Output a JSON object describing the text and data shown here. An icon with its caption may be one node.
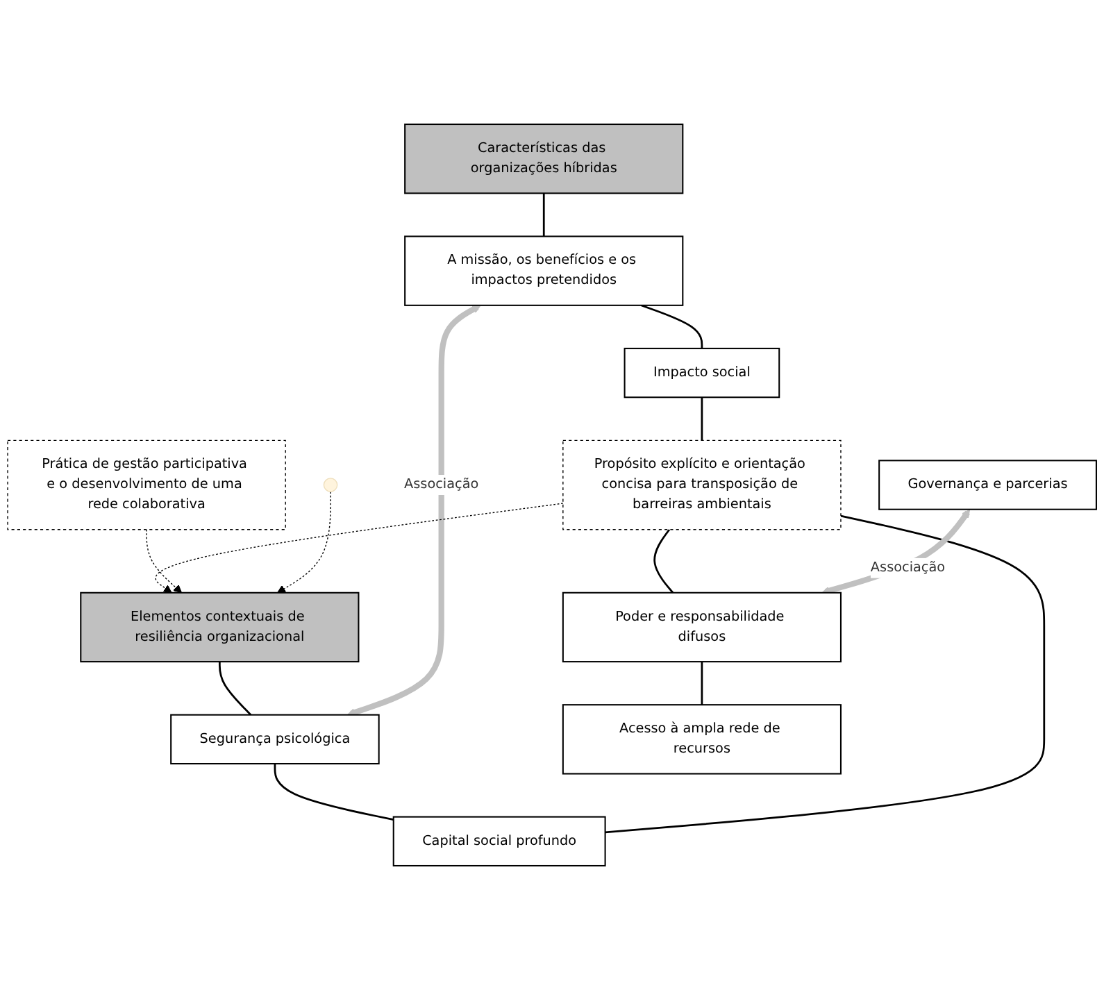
{
  "diagram": {
    "nodes": [
      {
        "text": [
          "Características das organizações híbridas"
        ]
      },
      {
        "text": [
          "Elementos contextuais de resiliência organizacional"
        ]
      },
      {
        "text": [
          "A missão, os benefícios e os impactos pretendidos"
        ]
      },
      {
        "text": [
          "Segurança psicológica"
        ]
      },
      {
        "text": [
          "Impacto social"
        ]
      },
      {
        "text": [
          "Capital social profundo"
        ]
      },
      {
        "text": [
          "Propósito explícito e orientação concisa para transposição de barreiras ambientais"
        ]
      },
      {
        "text": [
          "Poder e responsabilidade difusos"
        ]
      },
      {
        "text": [
          "Governança e parcerias"
        ]
      },
      {
        "text": [
          "Acesso à ampla rede de recursos"
        ]
      },
      {
        "text": [
          "Prática de gestão participativa e o desenvolvimento de uma rede colaborativa"
        ]
      }
    ],
    "edges": [
      {
        "from": 0,
        "to": 2,
        "arrow": "none"
      },
      {
        "from": 1,
        "to": 3,
        "arrow": "none"
      },
      {
        "from": 2,
        "to": 4,
        "arrow": "none"
      },
      {
        "from": 3,
        "to": 5,
        "arrow": "none"
      },
      {
        "from": 2,
        "to": 3,
        "arrow": "both",
        "label": "Associação",
        "style": "thick",
        "color": "#c0c0c0"
      },
      {
        "from": 4,
        "to": 6,
        "arrow": "none"
      },
      {
        "from": 5,
        "to": 6,
        "arrow": "none"
      },
      {
        "from": 6,
        "to": 1,
        "arrow": "to",
        "style": "dashed"
      },
      {
        "from": 6,
        "to": 7,
        "arrow": "none"
      },
      {
        "from": 7,
        "to": 9,
        "arrow": "none"
      },
      {
        "from": 8,
        "to": 7,
        "arrow": "both",
        "label": "Associação",
        "style": "thick",
        "color": "#c0c0c0"
      },
      {
        "from": 10,
        "to": 1,
        "arrow": "to",
        "style": "dashed"
      },
      {
        "from": null,
        "to": 1,
        "arrow": "to",
        "style": "dashed"
      }
    ]
  }
}
